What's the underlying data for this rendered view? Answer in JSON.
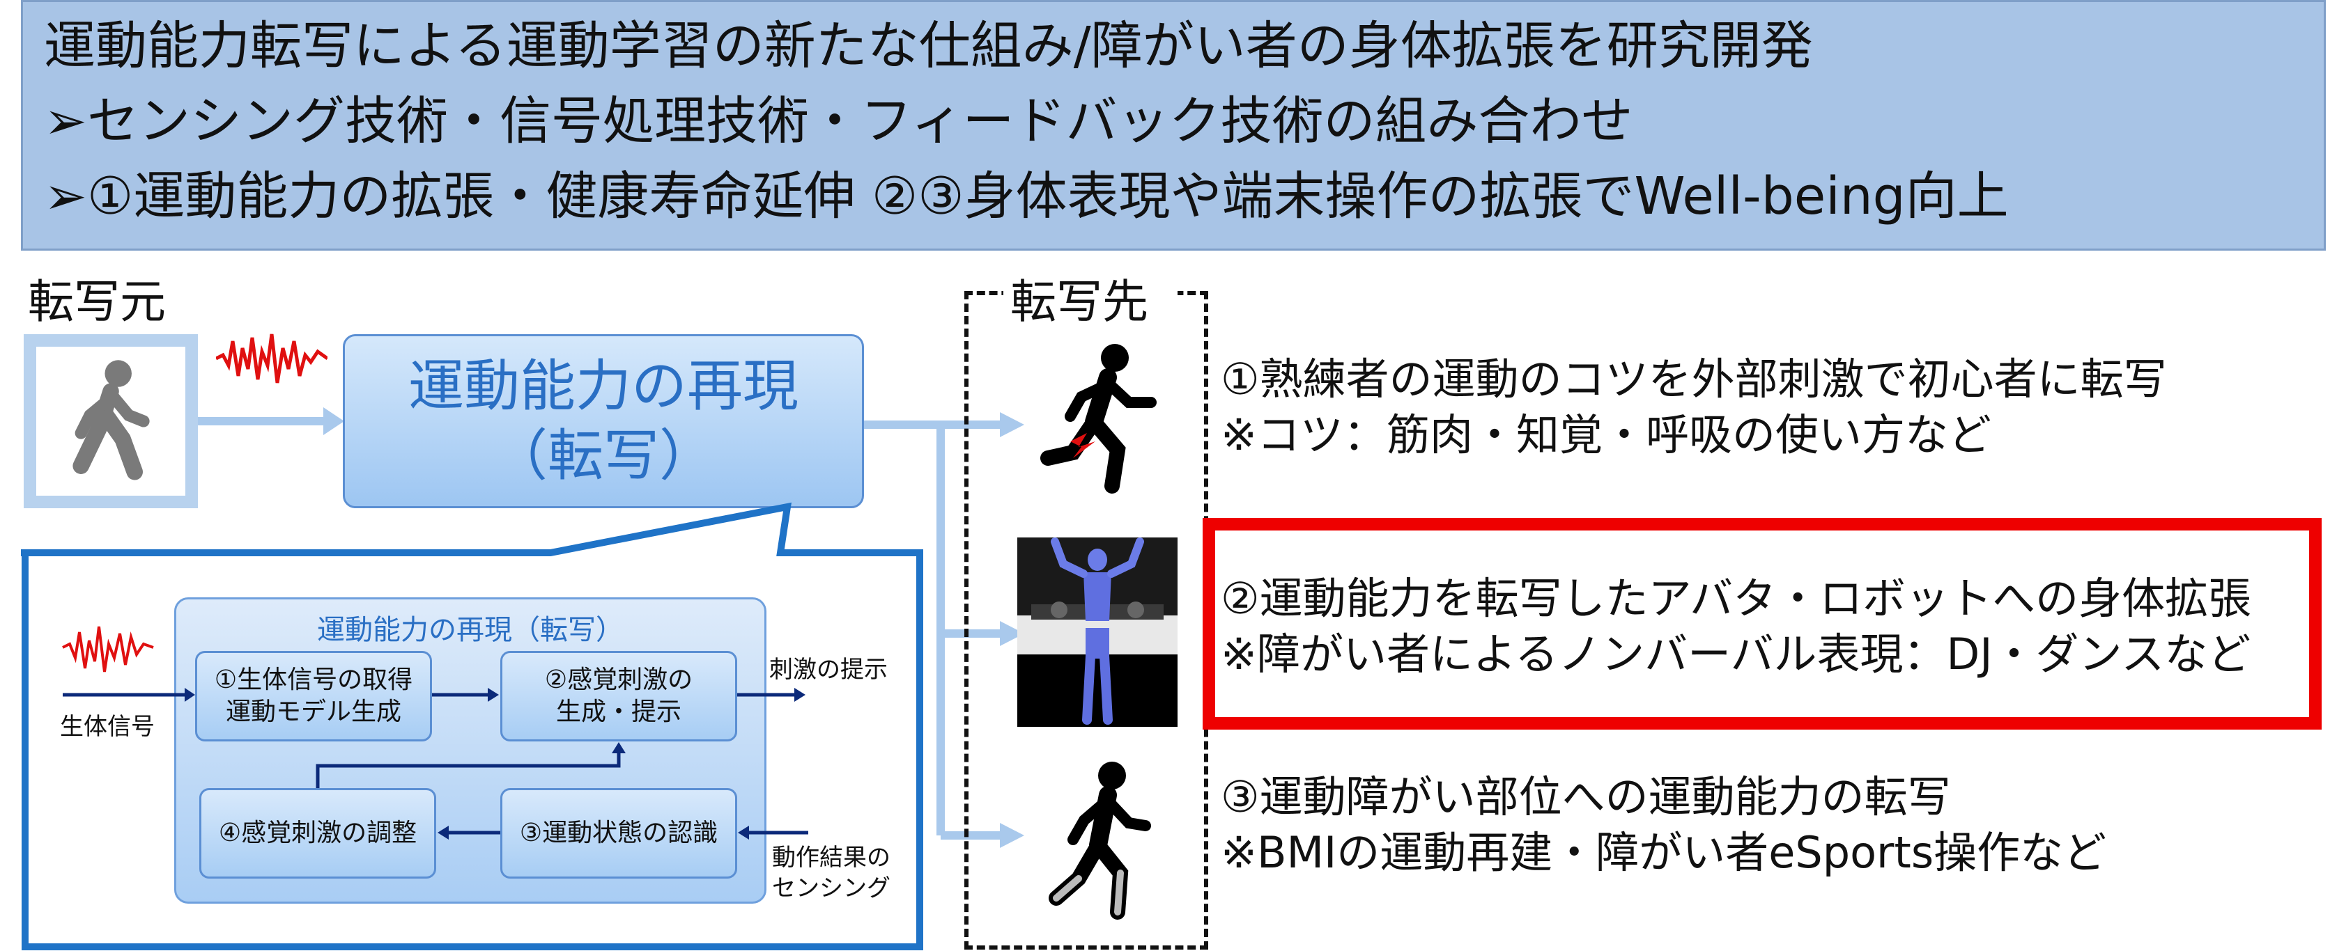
{
  "header": {
    "line1": "運動能力転写による運動学習の新たな仕組み/障がい者の身体拡張を研究開発",
    "line2": "➢センシング技術・信号処理技術・フィードバック技術の組み合わせ",
    "line3": "➢①運動能力の拡張・健康寿命延伸 ②③身体表現や端末操作の拡張でWell-being向上"
  },
  "source_label": "転写元",
  "dest_label": "転写先",
  "main_box": {
    "line1": "運動能力の再現",
    "line2": "（転写）"
  },
  "inner": {
    "title": "運動能力の再現（転写）",
    "box1_line1": "①生体信号の取得",
    "box1_line2": "運動モデル生成",
    "box2_line1": "②感覚刺激の",
    "box2_line2": "生成・提示",
    "box3": "③運動状態の認識",
    "box4": "④感覚刺激の調整",
    "bio_signal": "生体信号",
    "stimulus_out": "刺激の提示",
    "sensing_line1": "動作結果の",
    "sensing_line2": "センシング"
  },
  "items": [
    {
      "line1": "①熟練者の運動のコツを外部刺激で初心者に転写",
      "line2": "※コツ：筋肉・知覚・呼吸の使い方など"
    },
    {
      "line1": "②運動能力を転写したアバタ・ロボットへの身体拡張",
      "line2": "※障がい者によるノンバーバル表現：DJ・ダンスなど"
    },
    {
      "line1": "③運動障がい部位への運動能力の転写",
      "line2": "※BMIの運動再建・障がい者eSports操作など"
    }
  ],
  "colors": {
    "header_bg": "#a8c4e6",
    "accent_blue": "#2a6fc4",
    "dark_navy": "#0c2a7a",
    "highlight_red": "#ee0000",
    "signal_red": "#e01010"
  },
  "icons": [
    "walking-person-icon",
    "running-person-icon",
    "avatar-dj-image",
    "walking-prosthetic-icon",
    "waveform-icon"
  ]
}
